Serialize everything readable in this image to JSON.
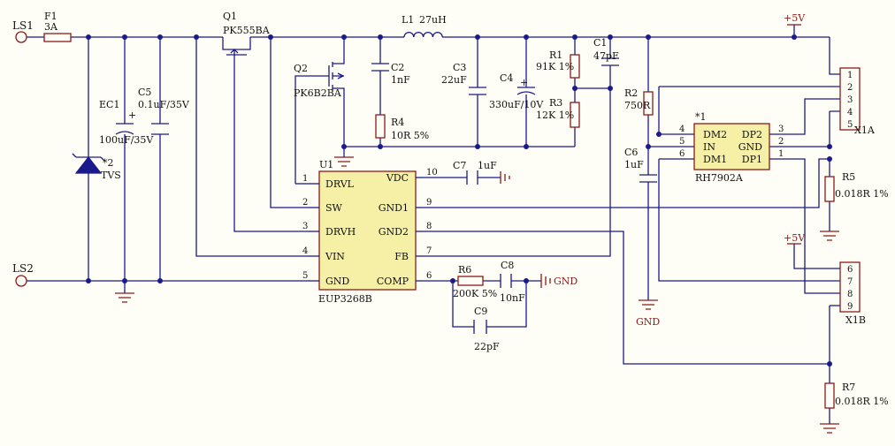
{
  "labels": {
    "ls1": "LS1",
    "ls2": "LS2",
    "f1": "F1",
    "f1_val": "3A",
    "q1": "Q1",
    "q1_val": "PK555BA",
    "q2": "Q2",
    "q2_val": "PK6B2BA",
    "l1": "L1",
    "l1_val": "27uH",
    "vcc_top": "+5V",
    "vcc_mid": "+5V",
    "ec1": "EC1",
    "ec1_val": "100uF/35V",
    "c5": "C5",
    "c5_val": "0.1uF/35V",
    "tvs_ref": "*2",
    "tvs_val": "TVS",
    "c2": "C2",
    "c2_val": "1nF",
    "r4": "R4",
    "r4_val": "10R 5%",
    "c3": "C3",
    "c3_val": "22uF",
    "c4": "C4",
    "c4_val": "330uF/10V",
    "r1": "R1",
    "r1_val": "91K 1%",
    "r3": "R3",
    "r3_val": "12K 1%",
    "c1": "C1",
    "c1_val": "47pF",
    "r2": "R2",
    "r2_val": "750R",
    "c6": "C6",
    "c6_val": "1uF",
    "u1": "U1",
    "u1_val": "EUP3268B",
    "c7": "C7",
    "c7_val": "1uF",
    "r6": "R6",
    "r6_val": "200K 5%",
    "c8": "C8",
    "c8_val": "10nF",
    "c9": "C9",
    "c9_val": "22pF",
    "gnd_a": "GND",
    "gnd_b": "GND",
    "rh_ref": "*1",
    "rh_val": "RH7902A",
    "r5": "R5",
    "r5_val": "0.018R 1%",
    "r7": "R7",
    "r7_val": "0.018R 1%",
    "x1a": "X1A",
    "x1b": "X1B"
  },
  "u1_pins_left": [
    {
      "num": "1",
      "name": "DRVL"
    },
    {
      "num": "2",
      "name": "SW"
    },
    {
      "num": "3",
      "name": "DRVH"
    },
    {
      "num": "4",
      "name": "VIN"
    },
    {
      "num": "5",
      "name": "GND"
    }
  ],
  "u1_pins_right": [
    {
      "num": "10",
      "name": "VDC"
    },
    {
      "num": "9",
      "name": "GND1"
    },
    {
      "num": "8",
      "name": "GND2"
    },
    {
      "num": "7",
      "name": "FB"
    },
    {
      "num": "6",
      "name": "COMP"
    }
  ],
  "rh_pins_left": [
    {
      "num": "4",
      "name": "DM2"
    },
    {
      "num": "5",
      "name": "IN"
    },
    {
      "num": "6",
      "name": "DM1"
    }
  ],
  "rh_pins_right": [
    {
      "num": "3",
      "name": "DP2"
    },
    {
      "num": "2",
      "name": "GND"
    },
    {
      "num": "1",
      "name": "DP1"
    }
  ],
  "x1a_pins": [
    "1",
    "2",
    "3",
    "4",
    "5"
  ],
  "x1b_pins": [
    "6",
    "7",
    "8",
    "9"
  ]
}
